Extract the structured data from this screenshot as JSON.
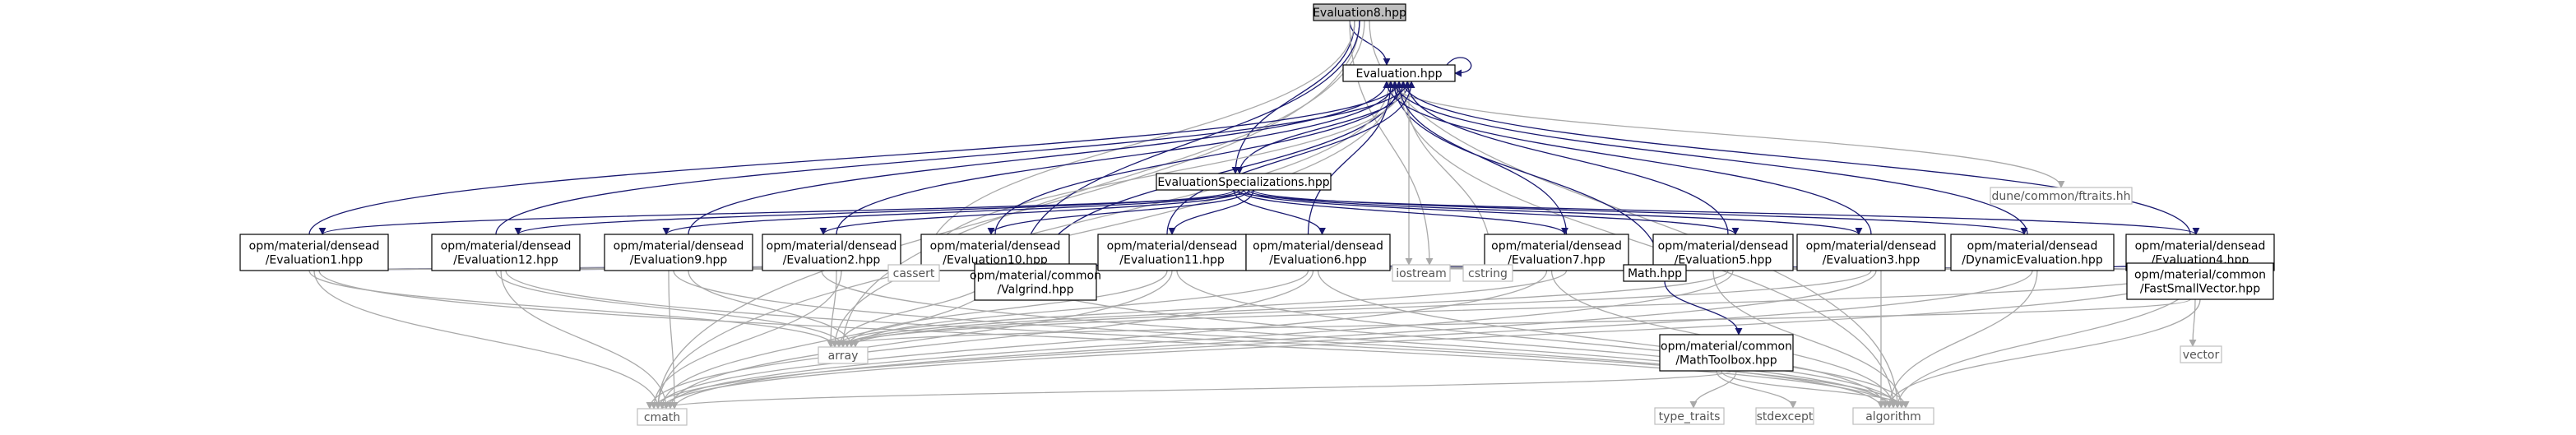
{
  "nodes": [
    {
      "id": "root",
      "kind": "root",
      "lines": [
        "Evaluation8.hpp"
      ]
    },
    {
      "id": "evaluation",
      "kind": "doc",
      "lines": [
        "Evaluation.hpp"
      ]
    },
    {
      "id": "specializations",
      "kind": "doc",
      "lines": [
        "EvaluationSpecializations.hpp"
      ]
    },
    {
      "id": "ftraits",
      "kind": "sys",
      "lines": [
        "dune/common/ftraits.hh"
      ]
    },
    {
      "id": "eval1",
      "kind": "doc",
      "lines": [
        "opm/material/densead",
        "/Evaluation1.hpp"
      ]
    },
    {
      "id": "eval12",
      "kind": "doc",
      "lines": [
        "opm/material/densead",
        "/Evaluation12.hpp"
      ]
    },
    {
      "id": "eval9",
      "kind": "doc",
      "lines": [
        "opm/material/densead",
        "/Evaluation9.hpp"
      ]
    },
    {
      "id": "eval2",
      "kind": "doc",
      "lines": [
        "opm/material/densead",
        "/Evaluation2.hpp"
      ]
    },
    {
      "id": "eval10",
      "kind": "doc",
      "lines": [
        "opm/material/densead",
        "/Evaluation10.hpp"
      ]
    },
    {
      "id": "eval11",
      "kind": "doc",
      "lines": [
        "opm/material/densead",
        "/Evaluation11.hpp"
      ]
    },
    {
      "id": "eval6",
      "kind": "doc",
      "lines": [
        "opm/material/densead",
        "/Evaluation6.hpp"
      ]
    },
    {
      "id": "eval7",
      "kind": "doc",
      "lines": [
        "opm/material/densead",
        "/Evaluation7.hpp"
      ]
    },
    {
      "id": "eval5",
      "kind": "doc",
      "lines": [
        "opm/material/densead",
        "/Evaluation5.hpp"
      ]
    },
    {
      "id": "eval3",
      "kind": "doc",
      "lines": [
        "opm/material/densead",
        "/Evaluation3.hpp"
      ]
    },
    {
      "id": "dynamic",
      "kind": "doc",
      "lines": [
        "opm/material/densead",
        "/DynamicEvaluation.hpp"
      ]
    },
    {
      "id": "eval4",
      "kind": "doc",
      "lines": [
        "opm/material/densead",
        "/Evaluation4.hpp"
      ]
    },
    {
      "id": "cassert",
      "kind": "sys",
      "lines": [
        "cassert"
      ]
    },
    {
      "id": "valgrind",
      "kind": "doc",
      "lines": [
        "opm/material/common",
        "/Valgrind.hpp"
      ]
    },
    {
      "id": "iostream",
      "kind": "sys",
      "lines": [
        "iostream"
      ]
    },
    {
      "id": "cstring",
      "kind": "sys",
      "lines": [
        "cstring"
      ]
    },
    {
      "id": "math",
      "kind": "doc",
      "lines": [
        "Math.hpp"
      ]
    },
    {
      "id": "fastvec",
      "kind": "doc",
      "lines": [
        "opm/material/common",
        "/FastSmallVector.hpp"
      ]
    },
    {
      "id": "array",
      "kind": "sys",
      "lines": [
        "array"
      ]
    },
    {
      "id": "vector",
      "kind": "sys",
      "lines": [
        "vector"
      ]
    },
    {
      "id": "toolbox",
      "kind": "doc",
      "lines": [
        "opm/material/common",
        "/MathToolbox.hpp"
      ]
    },
    {
      "id": "cmath",
      "kind": "sys",
      "lines": [
        "cmath"
      ]
    },
    {
      "id": "typetraits",
      "kind": "sys",
      "lines": [
        "type_traits"
      ]
    },
    {
      "id": "stdexcept",
      "kind": "sys",
      "lines": [
        "stdexcept"
      ]
    },
    {
      "id": "algorithm",
      "kind": "sys",
      "lines": [
        "algorithm"
      ]
    }
  ],
  "edges": [
    [
      "root",
      "evaluation"
    ],
    [
      "root",
      "specializations"
    ],
    [
      "root",
      "cmath"
    ],
    [
      "root",
      "array"
    ],
    [
      "root",
      "algorithm"
    ],
    [
      "root",
      "iostream"
    ],
    [
      "root",
      "cassert"
    ],
    [
      "root",
      "valgrind"
    ],
    [
      "evaluation",
      "evaluation"
    ],
    [
      "evaluation",
      "specializations"
    ],
    [
      "evaluation",
      "ftraits"
    ],
    [
      "evaluation",
      "math"
    ],
    [
      "evaluation",
      "valgrind"
    ],
    [
      "evaluation",
      "cassert"
    ],
    [
      "evaluation",
      "iostream"
    ],
    [
      "evaluation",
      "array"
    ],
    [
      "evaluation",
      "cmath"
    ],
    [
      "evaluation",
      "algorithm"
    ],
    [
      "evaluation",
      "cstring"
    ],
    [
      "specializations",
      "eval1"
    ],
    [
      "specializations",
      "eval12"
    ],
    [
      "specializations",
      "eval9"
    ],
    [
      "specializations",
      "eval2"
    ],
    [
      "specializations",
      "eval10"
    ],
    [
      "specializations",
      "eval11"
    ],
    [
      "specializations",
      "eval6"
    ],
    [
      "specializations",
      "eval7"
    ],
    [
      "specializations",
      "eval5"
    ],
    [
      "specializations",
      "eval3"
    ],
    [
      "specializations",
      "dynamic"
    ],
    [
      "specializations",
      "eval4"
    ],
    [
      "eval1",
      "evaluation"
    ],
    [
      "eval1",
      "math"
    ],
    [
      "eval1",
      "valgrind"
    ],
    [
      "eval1",
      "cassert"
    ],
    [
      "eval1",
      "iostream"
    ],
    [
      "eval1",
      "array"
    ],
    [
      "eval1",
      "cmath"
    ],
    [
      "eval1",
      "algorithm"
    ],
    [
      "eval1",
      "cstring"
    ],
    [
      "eval12",
      "evaluation"
    ],
    [
      "eval12",
      "math"
    ],
    [
      "eval12",
      "valgrind"
    ],
    [
      "eval12",
      "cassert"
    ],
    [
      "eval12",
      "iostream"
    ],
    [
      "eval12",
      "array"
    ],
    [
      "eval12",
      "cmath"
    ],
    [
      "eval12",
      "algorithm"
    ],
    [
      "eval12",
      "cstring"
    ],
    [
      "eval9",
      "evaluation"
    ],
    [
      "eval9",
      "math"
    ],
    [
      "eval9",
      "valgrind"
    ],
    [
      "eval9",
      "cassert"
    ],
    [
      "eval9",
      "iostream"
    ],
    [
      "eval9",
      "array"
    ],
    [
      "eval9",
      "cmath"
    ],
    [
      "eval9",
      "algorithm"
    ],
    [
      "eval9",
      "cstring"
    ],
    [
      "eval2",
      "evaluation"
    ],
    [
      "eval2",
      "math"
    ],
    [
      "eval2",
      "valgrind"
    ],
    [
      "eval2",
      "cassert"
    ],
    [
      "eval2",
      "iostream"
    ],
    [
      "eval2",
      "array"
    ],
    [
      "eval2",
      "cmath"
    ],
    [
      "eval2",
      "algorithm"
    ],
    [
      "eval2",
      "cstring"
    ],
    [
      "eval10",
      "evaluation"
    ],
    [
      "eval10",
      "math"
    ],
    [
      "eval10",
      "valgrind"
    ],
    [
      "eval10",
      "cassert"
    ],
    [
      "eval10",
      "iostream"
    ],
    [
      "eval10",
      "array"
    ],
    [
      "eval10",
      "cmath"
    ],
    [
      "eval10",
      "algorithm"
    ],
    [
      "eval10",
      "cstring"
    ],
    [
      "eval11",
      "evaluation"
    ],
    [
      "eval11",
      "math"
    ],
    [
      "eval11",
      "valgrind"
    ],
    [
      "eval11",
      "cassert"
    ],
    [
      "eval11",
      "iostream"
    ],
    [
      "eval11",
      "array"
    ],
    [
      "eval11",
      "cmath"
    ],
    [
      "eval11",
      "algorithm"
    ],
    [
      "eval11",
      "cstring"
    ],
    [
      "eval6",
      "evaluation"
    ],
    [
      "eval6",
      "math"
    ],
    [
      "eval6",
      "valgrind"
    ],
    [
      "eval6",
      "cassert"
    ],
    [
      "eval6",
      "iostream"
    ],
    [
      "eval6",
      "array"
    ],
    [
      "eval6",
      "cmath"
    ],
    [
      "eval6",
      "algorithm"
    ],
    [
      "eval6",
      "cstring"
    ],
    [
      "eval7",
      "evaluation"
    ],
    [
      "eval7",
      "math"
    ],
    [
      "eval7",
      "valgrind"
    ],
    [
      "eval7",
      "cassert"
    ],
    [
      "eval7",
      "iostream"
    ],
    [
      "eval7",
      "array"
    ],
    [
      "eval7",
      "cmath"
    ],
    [
      "eval7",
      "algorithm"
    ],
    [
      "eval7",
      "cstring"
    ],
    [
      "eval5",
      "evaluation"
    ],
    [
      "eval5",
      "math"
    ],
    [
      "eval5",
      "valgrind"
    ],
    [
      "eval5",
      "cassert"
    ],
    [
      "eval5",
      "iostream"
    ],
    [
      "eval5",
      "array"
    ],
    [
      "eval5",
      "cmath"
    ],
    [
      "eval5",
      "algorithm"
    ],
    [
      "eval5",
      "cstring"
    ],
    [
      "eval3",
      "evaluation"
    ],
    [
      "eval3",
      "math"
    ],
    [
      "eval3",
      "valgrind"
    ],
    [
      "eval3",
      "cassert"
    ],
    [
      "eval3",
      "iostream"
    ],
    [
      "eval3",
      "array"
    ],
    [
      "eval3",
      "cmath"
    ],
    [
      "eval3",
      "algorithm"
    ],
    [
      "eval3",
      "cstring"
    ],
    [
      "dynamic",
      "evaluation"
    ],
    [
      "dynamic",
      "math"
    ],
    [
      "dynamic",
      "valgrind"
    ],
    [
      "dynamic",
      "cassert"
    ],
    [
      "dynamic",
      "iostream"
    ],
    [
      "dynamic",
      "fastvec"
    ],
    [
      "dynamic",
      "cmath"
    ],
    [
      "dynamic",
      "algorithm"
    ],
    [
      "dynamic",
      "cstring"
    ],
    [
      "eval4",
      "evaluation"
    ],
    [
      "eval4",
      "math"
    ],
    [
      "eval4",
      "valgrind"
    ],
    [
      "eval4",
      "cassert"
    ],
    [
      "eval4",
      "iostream"
    ],
    [
      "eval4",
      "array"
    ],
    [
      "eval4",
      "cmath"
    ],
    [
      "eval4",
      "algorithm"
    ],
    [
      "eval4",
      "cstring"
    ],
    [
      "math",
      "toolbox"
    ],
    [
      "fastvec",
      "array"
    ],
    [
      "fastvec",
      "vector"
    ],
    [
      "fastvec",
      "algorithm"
    ],
    [
      "toolbox",
      "cmath"
    ],
    [
      "toolbox",
      "typetraits"
    ],
    [
      "toolbox",
      "stdexcept"
    ],
    [
      "toolbox",
      "algorithm"
    ]
  ],
  "colors": {
    "edge_doc": "#191970",
    "edge_sys": "#a9a9a9",
    "root_fill": "#bfbfbf",
    "sys_border": "#bfbfbf"
  }
}
